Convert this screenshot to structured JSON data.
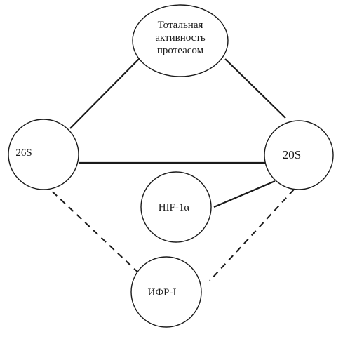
{
  "nodes": {
    "total_activity": {
      "lines": [
        "Тотальная",
        "активность",
        "протеасом"
      ]
    },
    "s26": {
      "label": "26S"
    },
    "s20": {
      "label": "20S"
    },
    "hif": {
      "label": "HIF-1α"
    },
    "ifr": {
      "label": "ИФР-I"
    }
  },
  "edges": [
    {
      "from": "26S",
      "to": "Тотальная активность протеасом",
      "style": "solid"
    },
    {
      "from": "20S",
      "to": "Тотальная активность протеасом",
      "style": "solid"
    },
    {
      "from": "26S",
      "to": "20S",
      "style": "solid"
    },
    {
      "from": "HIF-1α",
      "to": "20S",
      "style": "solid"
    },
    {
      "from": "26S",
      "to": "ИФР-I",
      "style": "dashed"
    },
    {
      "from": "20S",
      "to": "ИФР-I",
      "style": "dashed"
    }
  ]
}
